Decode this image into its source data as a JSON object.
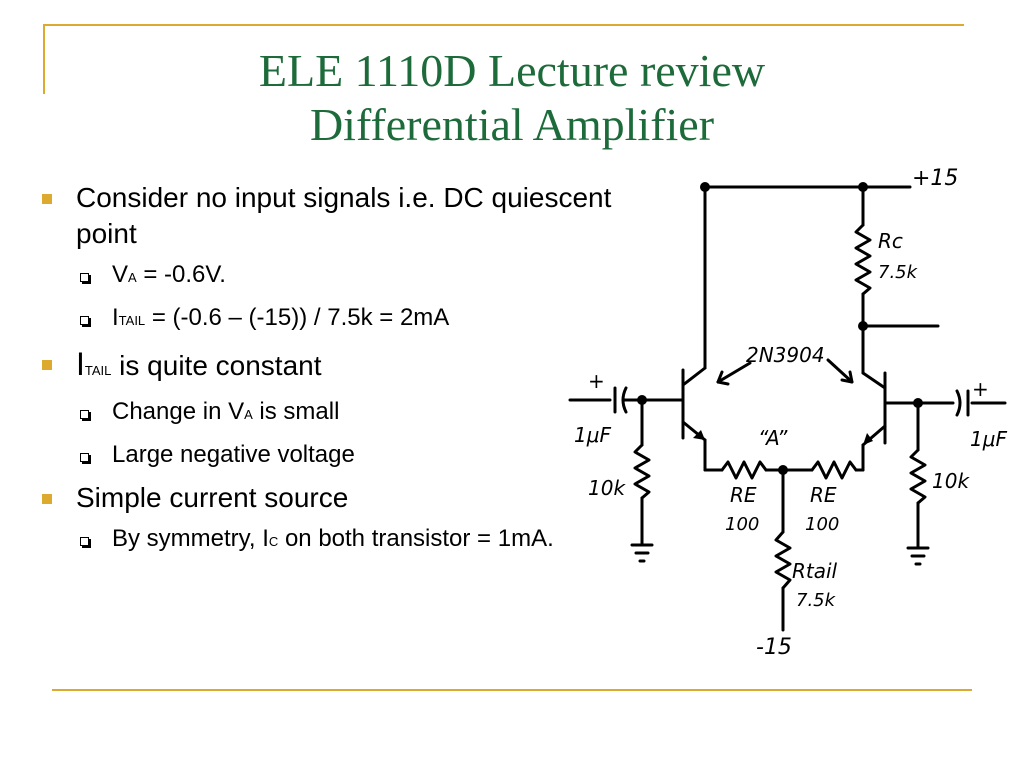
{
  "title": {
    "line1": "ELE 1110D Lecture review",
    "line2": "Differential Amplifier"
  },
  "bullets": {
    "b1": {
      "text": "Consider no input signals i.e. DC quiescent point"
    },
    "b1_sub1": {
      "pre": "V",
      "sub": "A",
      "post": " = -0.6V."
    },
    "b1_sub2": {
      "pre": "I",
      "sub": "TAIL",
      "post": " = (-0.6 – (-15)) / 7.5k = 2mA"
    },
    "b2": {
      "pre": "I",
      "sub": "TAIL",
      "post": " is quite constant"
    },
    "b2_sub1": {
      "pre": "Change in V",
      "sub": "A",
      "post": " is small"
    },
    "b2_sub2": {
      "text": "Large negative voltage"
    },
    "b3": {
      "text": "Simple current source"
    },
    "b3_sub1": {
      "pre": "By symmetry, I",
      "sub": "C",
      "post": " on both transistor = 1mA."
    }
  },
  "circuit": {
    "vpos": "+15",
    "rc_label": "Rc",
    "rc_value": "7.5k",
    "transistor": "2N3904",
    "node": "“A”",
    "cap_left": "1μF",
    "cap_right": "1μF",
    "plus_left": "+",
    "plus_right": "+",
    "rb_left": "10k",
    "rb_right": "10k",
    "re_left_label": "RE",
    "re_left_value": "100",
    "re_right_label": "RE",
    "re_right_value": "100",
    "rtail_label": "Rtail",
    "rtail_value": "7.5k",
    "vneg": "-15"
  },
  "colors": {
    "title": "#1d6b3a",
    "accent": "#dcaa2e"
  }
}
